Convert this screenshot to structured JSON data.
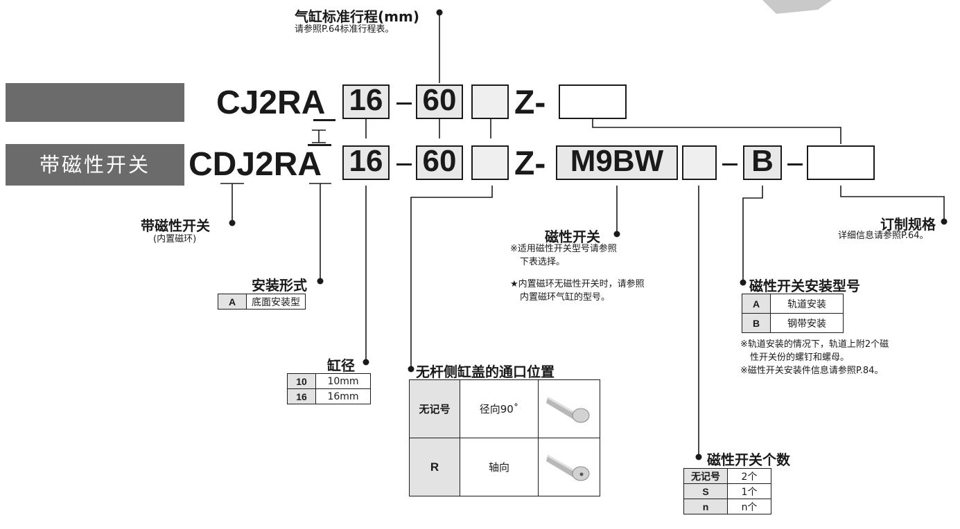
{
  "stroke": {
    "title": "气缸标准行程(mm)",
    "note": "请参照P.64标准行程表。"
  },
  "row1": {
    "bar_label": "",
    "prefix": "CJ2RA",
    "bore": "16",
    "dash1": "-",
    "stroke": "60",
    "suffix": "Z-"
  },
  "row2": {
    "bar_label": "带磁性开关",
    "prefix": "CDJ2RA",
    "bore": "16",
    "stroke": "60",
    "suffix": "Z-",
    "switch": "M9BW",
    "mount": "B"
  },
  "magnet": {
    "title": "带磁性开关",
    "note": "(内置磁环)"
  },
  "mounting": {
    "title": "安装形式",
    "rows": [
      {
        "key": "A",
        "value": "底面安装型"
      }
    ]
  },
  "bore": {
    "title": "缸径",
    "rows": [
      {
        "key": "10",
        "value": "10mm"
      },
      {
        "key": "16",
        "value": "16mm"
      }
    ]
  },
  "port": {
    "title": "无杆侧缸盖的通口位置",
    "rows": [
      {
        "key": "无记号",
        "value": "径向90˚",
        "icon": "radial-port-cylinder-image"
      },
      {
        "key": "R",
        "value": "轴向",
        "icon": "axial-port-cylinder-image"
      }
    ]
  },
  "switch": {
    "title": "磁性开关",
    "note1": "※适用磁性开关型号请参照",
    "note2": "下表选择。",
    "note3": "★内置磁环无磁性开关时，请参照",
    "note4": "内置磁环气缸的型号。"
  },
  "count": {
    "title": "磁性开关个数",
    "rows": [
      {
        "key": "无记号",
        "value": "2个"
      },
      {
        "key": "S",
        "value": "1个"
      },
      {
        "key": "n",
        "value": "n个"
      }
    ]
  },
  "bracket": {
    "title": "磁性开关安装型号",
    "rows": [
      {
        "key": "A",
        "value": "轨道安装"
      },
      {
        "key": "B",
        "value": "钢带安装"
      }
    ],
    "note1": "※轨道安装的情况下，轨道上附2个磁",
    "note2": "性开关份的螺钉和螺母。",
    "note3": "※磁性开关安装件信息请参照P.84。"
  },
  "custom": {
    "title": "订制规格",
    "note": "详细信息请参照P.64。"
  },
  "colors": {
    "bar": "#6b6b6b",
    "box_fill": "#e8e8e8",
    "ink": "#1a1a1a"
  }
}
